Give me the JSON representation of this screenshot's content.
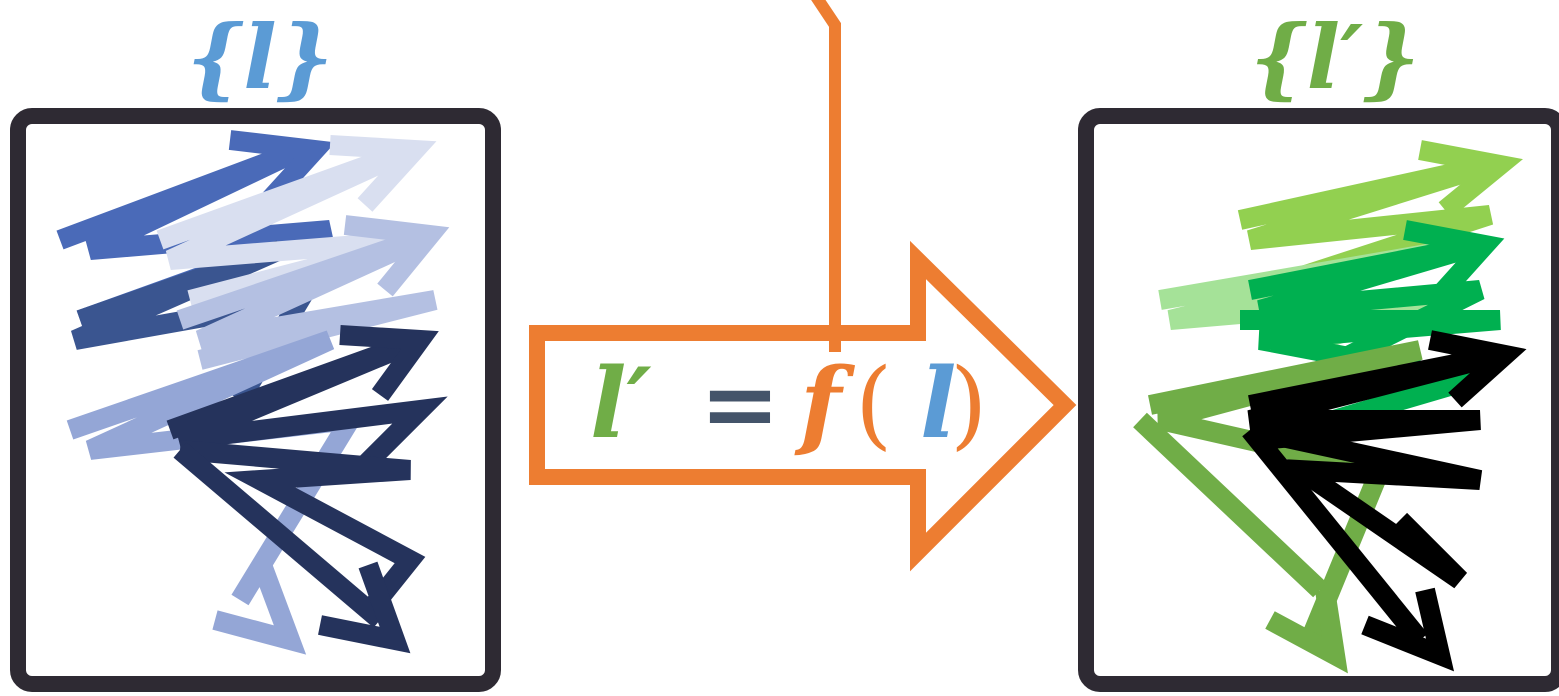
{
  "left_label": {
    "open": "{",
    "var": "l",
    "close": "}"
  },
  "right_label": {
    "open": "{",
    "var": "l′",
    "close": "}"
  },
  "equation": {
    "lhs": "l′",
    "equals": "=",
    "func": "f",
    "open_paren": "(",
    "arg": "l",
    "close_paren": ")"
  },
  "colors": {
    "blue_label": "#5b9bd5",
    "green_label": "#70ad47",
    "orange": "#ed7d31",
    "box_border": "#2e2a33",
    "equals": "#44546a",
    "left_strokes": [
      "#4a6ab8",
      "#3a5590",
      "#d9dff0",
      "#b4c0e2",
      "#94a6d6",
      "#25335c"
    ],
    "right_strokes": [
      "#92d050",
      "#00b050",
      "#a5e298",
      "#70ad47",
      "#000000"
    ]
  }
}
